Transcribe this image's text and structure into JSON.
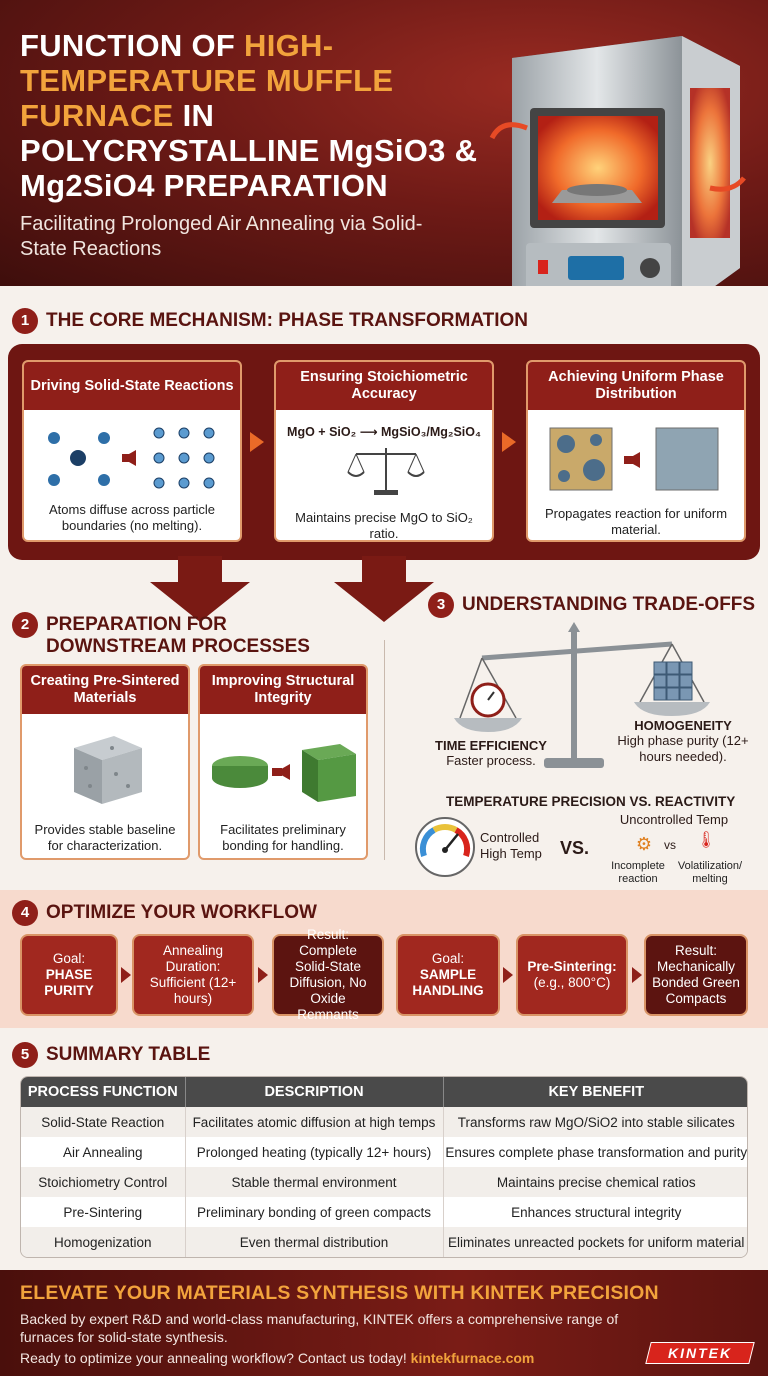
{
  "header": {
    "title_part1": "FUNCTION OF ",
    "title_highlight": "HIGH-TEMPERATURE MUFFLE FURNACE",
    "title_part2": " IN POLYCRYSTALLINE MgSiO3 & Mg2SiO4 PREPARATION",
    "subtitle": "Facilitating Prolonged Air Annealing via Solid-State Reactions"
  },
  "section1": {
    "number": "1",
    "title": "THE CORE MECHANISM: PHASE TRANSFORMATION",
    "cards": [
      {
        "title": "Driving Solid-State Reactions",
        "caption": "Atoms diffuse across particle boundaries (no melting)."
      },
      {
        "title": "Ensuring Stoichiometric Accuracy",
        "equation": "MgO + SiO₂ ⟶ MgSiO₃/Mg₂SiO₄",
        "caption": "Maintains precise MgO to SiO₂ ratio."
      },
      {
        "title": "Achieving Uniform Phase Distribution",
        "caption": "Propagates reaction for uniform material."
      }
    ]
  },
  "section2": {
    "number": "2",
    "title": "PREPARATION FOR DOWNSTREAM PROCESSES",
    "cards": [
      {
        "title": "Creating Pre-Sintered Materials",
        "caption": "Provides stable baseline for characterization."
      },
      {
        "title": "Improving Structural Integrity",
        "caption": "Facilitates preliminary bonding for handling."
      }
    ]
  },
  "section3": {
    "number": "3",
    "title": "UNDERSTANDING TRADE-OFFS",
    "left_label": "TIME EFFICIENCY",
    "left_text": "Faster process.",
    "right_label": "HOMOGENEITY",
    "right_text": "High phase purity (12+ hours needed).",
    "subtitle": "TEMPERATURE PRECISION VS. REACTIVITY",
    "controlled": "Controlled High Temp",
    "vs": "VS.",
    "uncontrolled": "Uncontrolled Temp",
    "small_vs": "vs",
    "incomplete": "Incomplete reaction",
    "volatilization": "Volatilization/ melting"
  },
  "section4": {
    "number": "4",
    "title": "OPTIMIZE YOUR WORKFLOW",
    "flow": [
      {
        "label": "Goal:",
        "value": "PHASE PURITY"
      },
      {
        "label": "Annealing Duration:",
        "value": "Sufficient (12+ hours)"
      },
      {
        "label": "Result:",
        "value": "Complete Solid-State Diffusion, No Oxide Remnants"
      },
      {
        "label": "Goal:",
        "value": "SAMPLE HANDLING"
      },
      {
        "label": "Pre-Sintering:",
        "value": "(e.g., 800°C)"
      },
      {
        "label": "Result:",
        "value": "Mechanically Bonded Green Compacts"
      }
    ]
  },
  "section5": {
    "number": "5",
    "title": "SUMMARY TABLE",
    "headers": [
      "PROCESS FUNCTION",
      "DESCRIPTION",
      "KEY BENEFIT"
    ],
    "rows": [
      [
        "Solid-State Reaction",
        "Facilitates atomic diffusion at high temps",
        "Transforms raw MgO/SiO2 into stable silicates"
      ],
      [
        "Air Annealing",
        "Prolonged heating (typically 12+ hours)",
        "Ensures complete phase transformation and purity"
      ],
      [
        "Stoichiometry Control",
        "Stable thermal environment",
        "Maintains precise chemical ratios"
      ],
      [
        "Pre-Sintering",
        "Preliminary bonding of green compacts",
        "Enhances structural integrity"
      ],
      [
        "Homogenization",
        "Even thermal distribution",
        "Eliminates unreacted pockets for uniform material"
      ]
    ]
  },
  "footer": {
    "title": "ELEVATE YOUR MATERIALS SYNTHESIS WITH KINTEK PRECISION",
    "text": "Backed by expert R&D and world-class manufacturing, KINTEK offers a comprehensive range of furnaces for solid-state synthesis.",
    "cta": "Ready to optimize your annealing workflow? Contact us today! ",
    "cta_link": "kintekfurnace.com",
    "logo": "KINTEK"
  },
  "colors": {
    "brand_dark": "#5c1410",
    "brand": "#8f1f19",
    "accent": "#f2a33c",
    "arrow": "#ea6a28"
  }
}
